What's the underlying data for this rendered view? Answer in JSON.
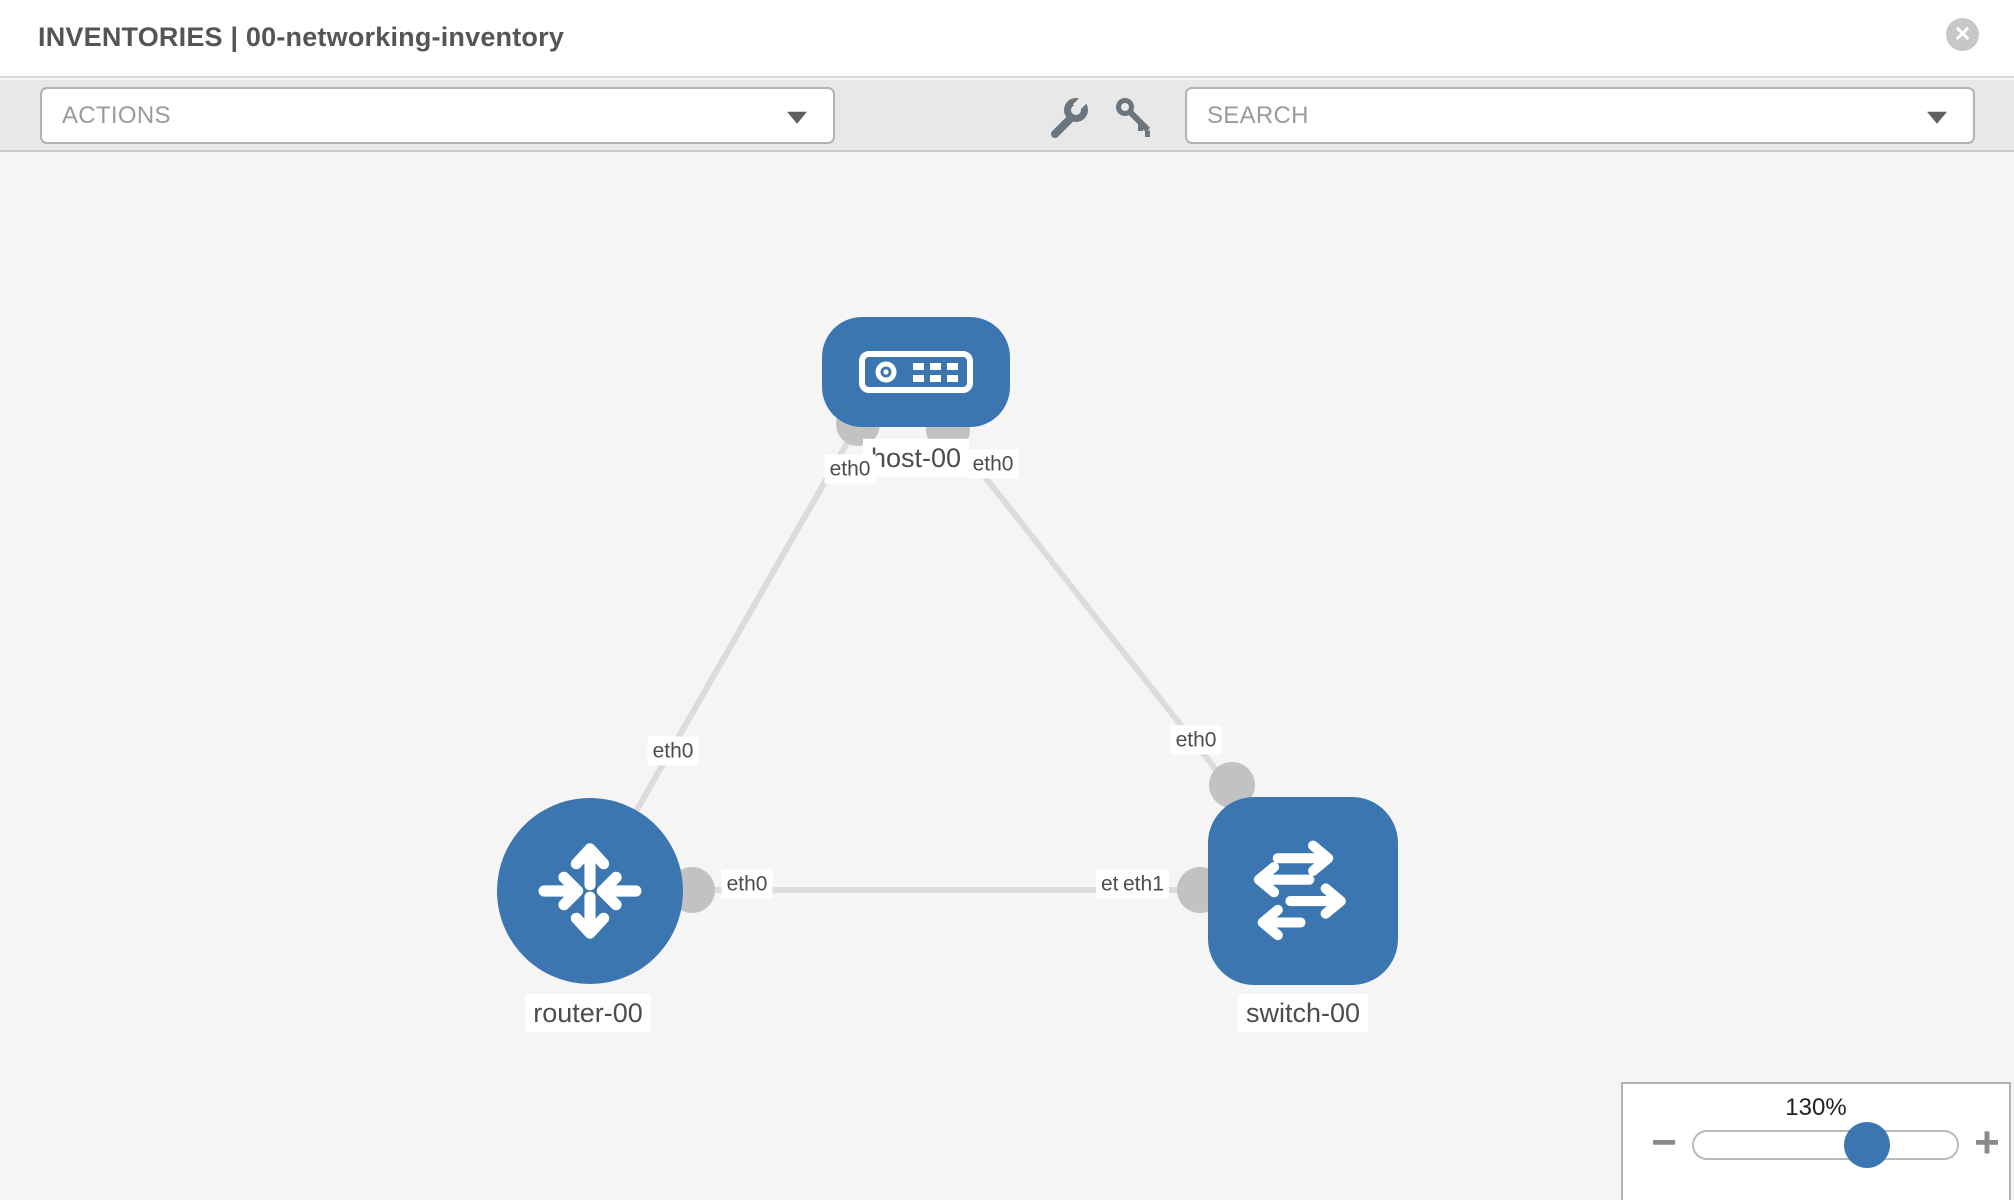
{
  "window": {
    "title": "INVENTORIES | 00-networking-inventory",
    "close_glyph": "✕"
  },
  "toolbar": {
    "actions_label": "ACTIONS",
    "search_label": "SEARCH",
    "icons": [
      "wrench-icon",
      "key-icon",
      "chevron-down-icon"
    ]
  },
  "topology": {
    "nodes": [
      {
        "id": "host-00",
        "type": "host",
        "label": "host-00"
      },
      {
        "id": "router-00",
        "type": "router",
        "label": "router-00"
      },
      {
        "id": "switch-00",
        "type": "switch",
        "label": "switch-00"
      }
    ],
    "links": [
      {
        "source": "host-00",
        "target": "router-00",
        "source_interface": "eth0",
        "target_interface": "eth0"
      },
      {
        "source": "host-00",
        "target": "switch-00",
        "source_interface": "eth0",
        "target_interface": "eth0"
      },
      {
        "source": "router-00",
        "target": "switch-00",
        "source_interface": "eth0",
        "target_interface": "eth1"
      }
    ],
    "interface_labels": {
      "host_left": "eth0",
      "host_right": "eth0",
      "router_top": "eth0",
      "router_right": "eth0",
      "switch_top": "eth0",
      "switch_left_back": "eth0",
      "switch_left_front": "eth1"
    }
  },
  "zoom_control": {
    "value": "130%",
    "minus_glyph": "−",
    "plus_glyph": "+",
    "percent": 65
  },
  "colors": {
    "node_blue": "#3b76b0",
    "link_gray": "#dcdcdc",
    "interface_dot_gray": "#c2c2c2",
    "canvas_bg": "#f5f5f5",
    "toolbar_bg": "#e8e8e8",
    "header_bg": "#ffffff"
  }
}
